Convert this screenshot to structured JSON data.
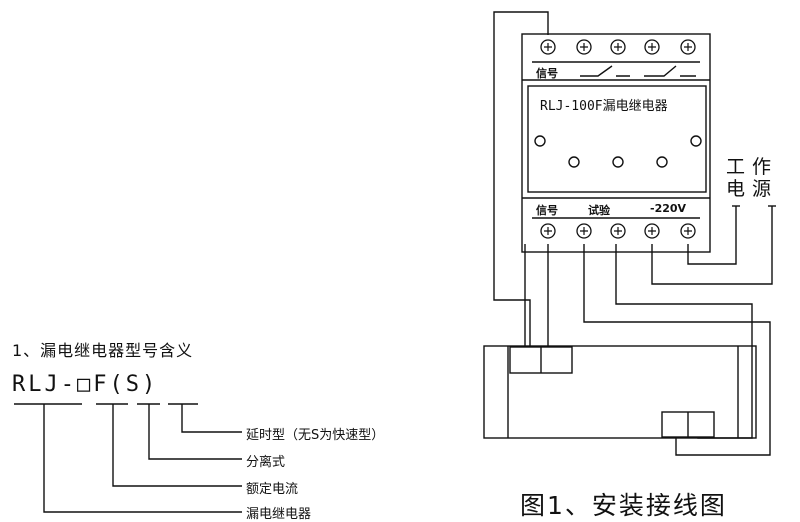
{
  "legend": {
    "heading": "1、漏电继电器型号含义",
    "model_code": "RLJ-□F(S)",
    "meanings": [
      "延时型（无S为快速型）",
      "分离式",
      "额定电流",
      "漏电继电器"
    ]
  },
  "relay": {
    "model_label": "RLJ-100F漏电继电器",
    "top_strip_label": "信号",
    "bottom_strip_labels": [
      "信号",
      "试验",
      "-220V"
    ]
  },
  "power_label": {
    "left": "工电",
    "right": "作源"
  },
  "figure_caption": "图1、安装接线图"
}
